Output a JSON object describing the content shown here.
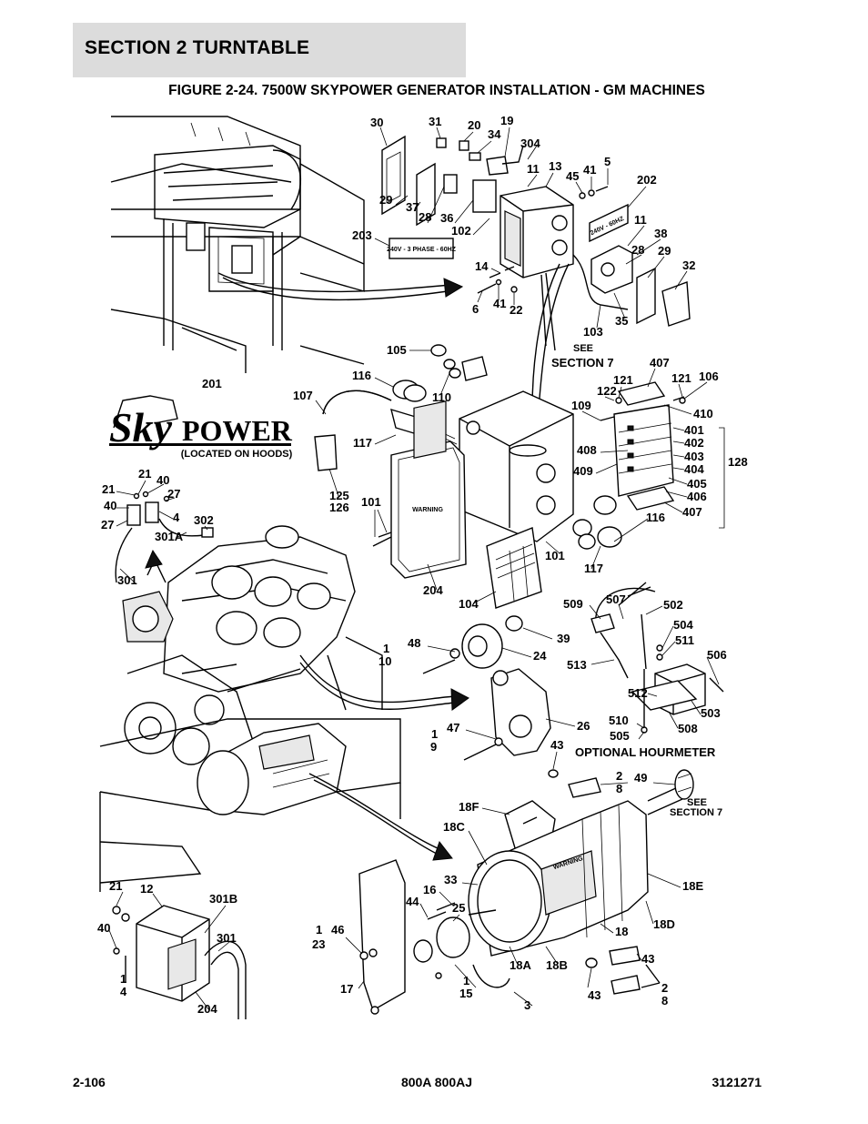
{
  "header": {
    "section": "SECTION 2   TURNTABLE"
  },
  "figure": {
    "title": "FIGURE 2-24. 7500W SKYPOWER GENERATOR INSTALLATION - GM MACHINES"
  },
  "logo": {
    "text_sky": "Sky",
    "text_power": "POWER",
    "located": "(LOCATED ON HOODS)"
  },
  "decals": {
    "d203": "240V - 3 PHASE - 60HZ",
    "d202": "240V - 60HZ",
    "warning": "WARNING"
  },
  "notes": {
    "see_section_7_a": [
      "SEE",
      "SECTION 7"
    ],
    "optional_hourmeter": "OPTIONAL HOURMETER",
    "see_section_7_b": [
      "SEE",
      "SECTION 7"
    ]
  },
  "labels": [
    {
      "id": "30",
      "text": "30"
    },
    {
      "id": "31",
      "text": "31"
    },
    {
      "id": "20",
      "text": "20"
    },
    {
      "id": "19",
      "text": "19"
    },
    {
      "id": "34",
      "text": "34"
    },
    {
      "id": "304",
      "text": "304"
    },
    {
      "id": "11a",
      "text": "11"
    },
    {
      "id": "13",
      "text": "13"
    },
    {
      "id": "45",
      "text": "45"
    },
    {
      "id": "41a",
      "text": "41"
    },
    {
      "id": "5",
      "text": "5"
    },
    {
      "id": "202",
      "text": "202"
    },
    {
      "id": "29a",
      "text": "29"
    },
    {
      "id": "37",
      "text": "37"
    },
    {
      "id": "28a",
      "text": "28"
    },
    {
      "id": "36",
      "text": "36"
    },
    {
      "id": "102",
      "text": "102"
    },
    {
      "id": "203",
      "text": "203"
    },
    {
      "id": "11b",
      "text": "11"
    },
    {
      "id": "38",
      "text": "38"
    },
    {
      "id": "28b",
      "text": "28"
    },
    {
      "id": "29b",
      "text": "29"
    },
    {
      "id": "32",
      "text": "32"
    },
    {
      "id": "14",
      "text": "14"
    },
    {
      "id": "6",
      "text": "6"
    },
    {
      "id": "41b",
      "text": "41"
    },
    {
      "id": "22",
      "text": "22"
    },
    {
      "id": "35",
      "text": "35"
    },
    {
      "id": "103",
      "text": "103"
    },
    {
      "id": "105",
      "text": "105"
    },
    {
      "id": "407a",
      "text": "407"
    },
    {
      "id": "116a",
      "text": "116"
    },
    {
      "id": "110",
      "text": "110"
    },
    {
      "id": "121a",
      "text": "121"
    },
    {
      "id": "121b",
      "text": "121"
    },
    {
      "id": "106",
      "text": "106"
    },
    {
      "id": "122",
      "text": "122"
    },
    {
      "id": "109",
      "text": "109"
    },
    {
      "id": "201",
      "text": "201"
    },
    {
      "id": "107",
      "text": "107"
    },
    {
      "id": "410",
      "text": "410"
    },
    {
      "id": "401",
      "text": "401"
    },
    {
      "id": "402",
      "text": "402"
    },
    {
      "id": "403",
      "text": "403"
    },
    {
      "id": "404",
      "text": "404"
    },
    {
      "id": "405",
      "text": "405"
    },
    {
      "id": "406",
      "text": "406"
    },
    {
      "id": "128",
      "text": "128"
    },
    {
      "id": "117a",
      "text": "117"
    },
    {
      "id": "408",
      "text": "408"
    },
    {
      "id": "409",
      "text": "409"
    },
    {
      "id": "407b",
      "text": "407"
    },
    {
      "id": "21a",
      "text": "21"
    },
    {
      "id": "40a",
      "text": "40"
    },
    {
      "id": "21b",
      "text": "21"
    },
    {
      "id": "27a",
      "text": "27"
    },
    {
      "id": "40b",
      "text": "40"
    },
    {
      "id": "4a",
      "text": "4"
    },
    {
      "id": "27b",
      "text": "27"
    },
    {
      "id": "125",
      "text": "125"
    },
    {
      "id": "126",
      "text": "126"
    },
    {
      "id": "101a",
      "text": "101"
    },
    {
      "id": "302",
      "text": "302"
    },
    {
      "id": "301A",
      "text": "301A"
    },
    {
      "id": "116b",
      "text": "116"
    },
    {
      "id": "101b",
      "text": "101"
    },
    {
      "id": "117b",
      "text": "117"
    },
    {
      "id": "301a",
      "text": "301"
    },
    {
      "id": "204a",
      "text": "204"
    },
    {
      "id": "104",
      "text": "104"
    },
    {
      "id": "509",
      "text": "509"
    },
    {
      "id": "507",
      "text": "507"
    },
    {
      "id": "502",
      "text": "502"
    },
    {
      "id": "504",
      "text": "504"
    },
    {
      "id": "511",
      "text": "511"
    },
    {
      "id": "48",
      "text": "48"
    },
    {
      "id": "39",
      "text": "39"
    },
    {
      "id": "1a",
      "text": "1"
    },
    {
      "id": "10",
      "text": "10"
    },
    {
      "id": "24",
      "text": "24"
    },
    {
      "id": "513",
      "text": "513"
    },
    {
      "id": "506",
      "text": "506"
    },
    {
      "id": "512",
      "text": "512"
    },
    {
      "id": "503",
      "text": "503"
    },
    {
      "id": "47",
      "text": "47"
    },
    {
      "id": "26",
      "text": "26"
    },
    {
      "id": "510",
      "text": "510"
    },
    {
      "id": "505",
      "text": "505"
    },
    {
      "id": "508",
      "text": "508"
    },
    {
      "id": "1b",
      "text": "1"
    },
    {
      "id": "9",
      "text": "9"
    },
    {
      "id": "43a",
      "text": "43"
    },
    {
      "id": "2a",
      "text": "2"
    },
    {
      "id": "8a",
      "text": "8"
    },
    {
      "id": "49",
      "text": "49"
    },
    {
      "id": "18F",
      "text": "18F"
    },
    {
      "id": "18C",
      "text": "18C"
    },
    {
      "id": "33",
      "text": "33"
    },
    {
      "id": "18E",
      "text": "18E"
    },
    {
      "id": "21c",
      "text": "21"
    },
    {
      "id": "12",
      "text": "12"
    },
    {
      "id": "301B",
      "text": "301B"
    },
    {
      "id": "16",
      "text": "16"
    },
    {
      "id": "44",
      "text": "44"
    },
    {
      "id": "25",
      "text": "25"
    },
    {
      "id": "18D",
      "text": "18D"
    },
    {
      "id": "40c",
      "text": "40"
    },
    {
      "id": "301b",
      "text": "301"
    },
    {
      "id": "1c",
      "text": "1"
    },
    {
      "id": "46",
      "text": "46"
    },
    {
      "id": "23",
      "text": "23"
    },
    {
      "id": "18",
      "text": "18"
    },
    {
      "id": "1d",
      "text": "1"
    },
    {
      "id": "4b",
      "text": "4"
    },
    {
      "id": "43b",
      "text": "43"
    },
    {
      "id": "18A",
      "text": "18A"
    },
    {
      "id": "18B",
      "text": "18B"
    },
    {
      "id": "1e",
      "text": "1"
    },
    {
      "id": "15",
      "text": "15"
    },
    {
      "id": "17",
      "text": "17"
    },
    {
      "id": "2b",
      "text": "2"
    },
    {
      "id": "8b",
      "text": "8"
    },
    {
      "id": "43c",
      "text": "43"
    },
    {
      "id": "3",
      "text": "3"
    },
    {
      "id": "204b",
      "text": "204"
    }
  ],
  "footer": {
    "page": "2-106",
    "model": "800A 800AJ",
    "doc": "3121271"
  }
}
